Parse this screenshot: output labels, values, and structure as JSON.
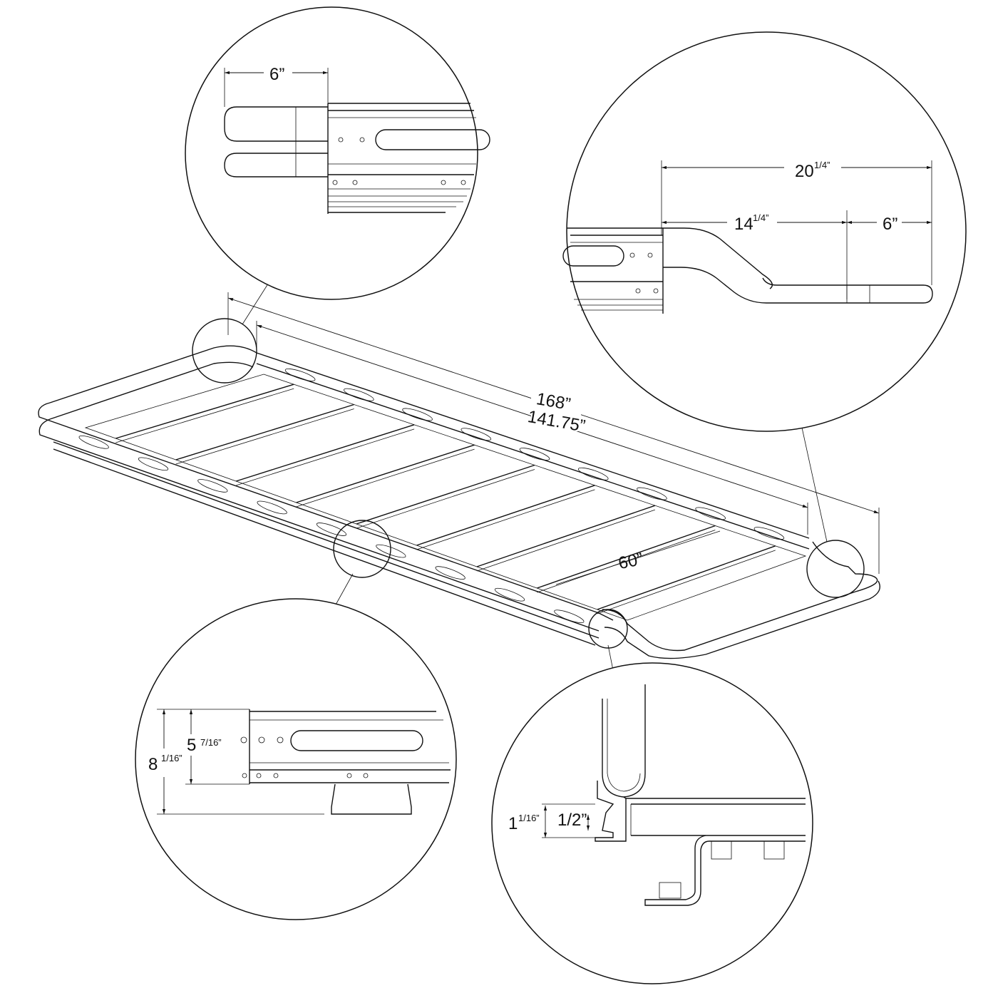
{
  "diagram": {
    "title": "Roof rack dimension drawing",
    "main_dimensions": {
      "overall_length": "168”",
      "rail_length": "141.75”",
      "width": "60”"
    },
    "detail_top_left": {
      "extension": "6”"
    },
    "detail_top_right": {
      "total_whole": "20",
      "total_frac": "1/4”",
      "bend_whole": "14",
      "bend_frac": "1/4”",
      "straight": "6”"
    },
    "detail_bottom_left": {
      "overall_whole": "8",
      "overall_frac": "1/16”",
      "rail_whole": "5",
      "rail_frac": "7/16”"
    },
    "detail_bottom_right": {
      "height_whole": "1",
      "height_frac": "1/16”",
      "slot": "1/2”"
    }
  }
}
